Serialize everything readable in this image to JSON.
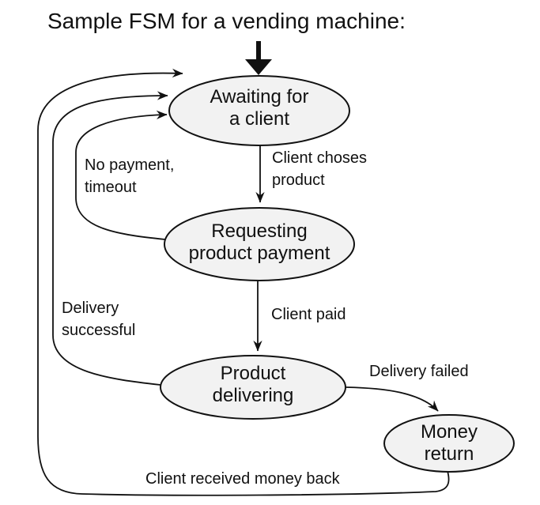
{
  "title": "Sample FSM for a vending machine:",
  "fsm": {
    "initial_state": "Awaiting for a client",
    "states": [
      {
        "name": "Awaiting for a client",
        "lines": [
          "Awaiting for",
          "a client"
        ]
      },
      {
        "name": "Requesting product payment",
        "lines": [
          "Requesting",
          "product payment"
        ]
      },
      {
        "name": "Product delivering",
        "lines": [
          "Product",
          "delivering"
        ]
      },
      {
        "name": "Money return",
        "lines": [
          "Money",
          "return"
        ]
      }
    ],
    "transitions": [
      {
        "from": "Awaiting for a client",
        "to": "Requesting product payment",
        "lines": [
          "Client choses",
          "product"
        ]
      },
      {
        "from": "Requesting product payment",
        "to": "Awaiting for a client",
        "lines": [
          "No payment,",
          "timeout"
        ]
      },
      {
        "from": "Requesting product payment",
        "to": "Product delivering",
        "lines": [
          "Client paid"
        ]
      },
      {
        "from": "Product delivering",
        "to": "Awaiting for a client",
        "lines": [
          "Delivery",
          "successful"
        ]
      },
      {
        "from": "Product delivering",
        "to": "Money return",
        "lines": [
          "Delivery failed"
        ]
      },
      {
        "from": "Money return",
        "to": "Awaiting for a client",
        "lines": [
          "Client received money back"
        ]
      }
    ],
    "colors": {
      "state_fill": "#f2f2f2",
      "line": "#111111",
      "text": "#111111",
      "background": "#ffffff"
    }
  }
}
